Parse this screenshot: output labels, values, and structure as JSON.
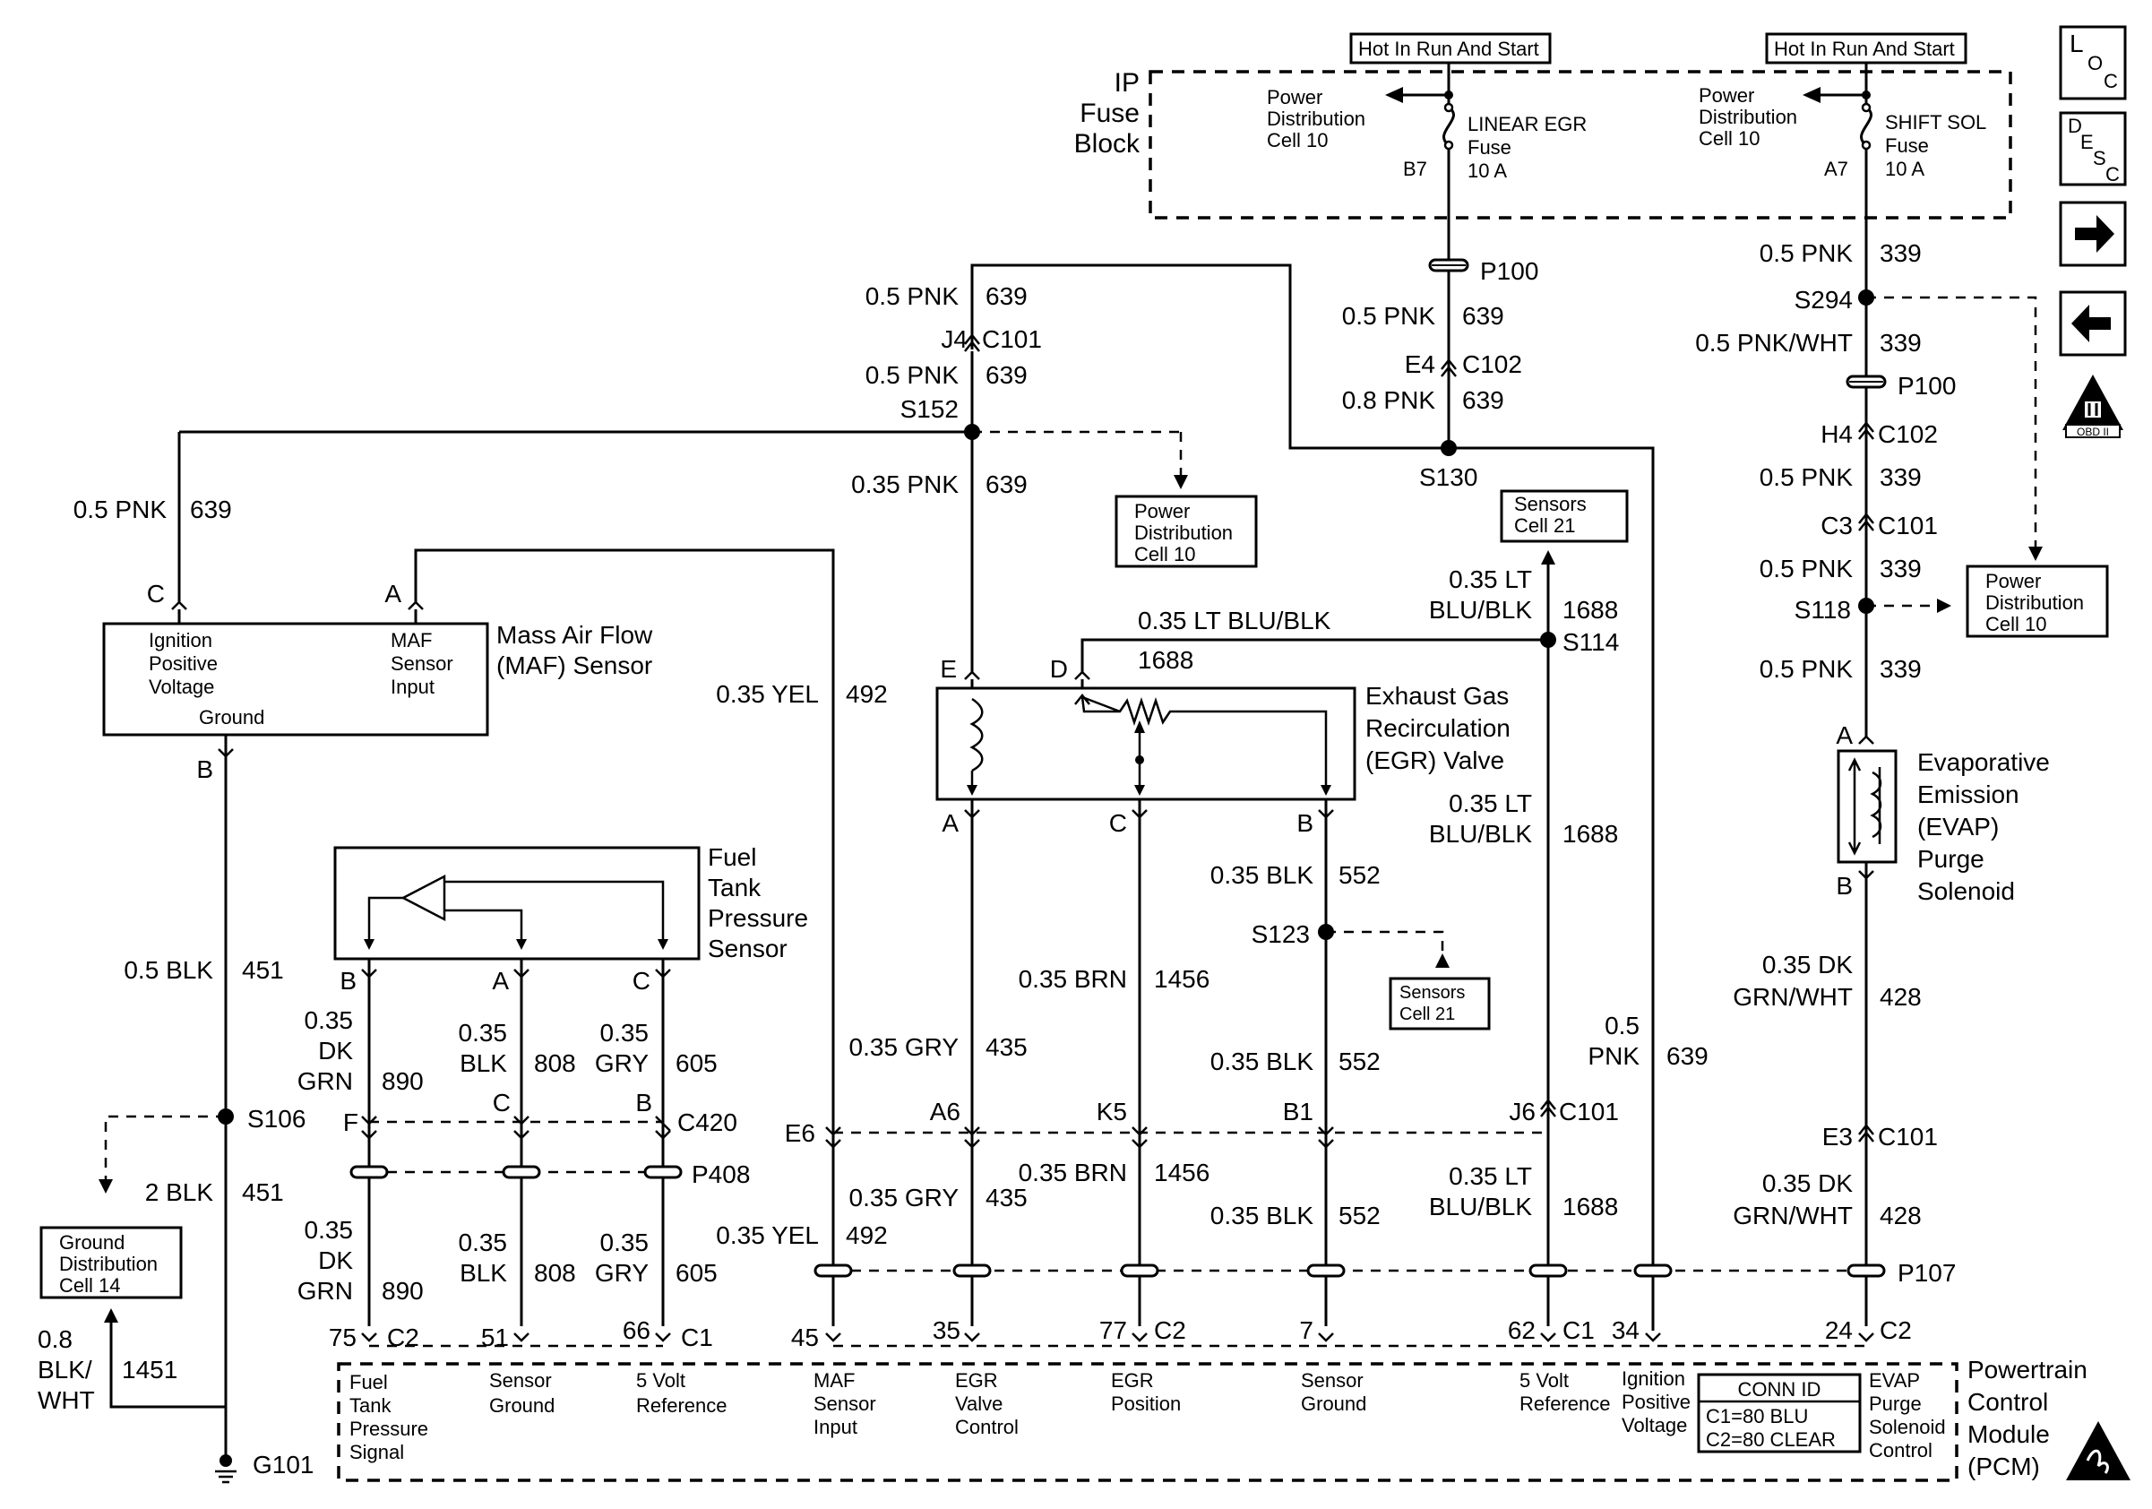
{
  "fuse_block": {
    "label": [
      "IP",
      "Fuse",
      "Block"
    ],
    "hot1": "Hot In Run And Start",
    "hot2": "Hot In Run And Start",
    "pd1": [
      "Power",
      "Distribution",
      "Cell 10"
    ],
    "pd2": [
      "Power",
      "Distribution",
      "Cell 10"
    ],
    "fuse1": [
      "LINEAR EGR",
      "Fuse",
      "10 A"
    ],
    "fuse2": [
      "SHIFT SOL",
      "Fuse",
      "10 A"
    ],
    "fuse1_pin": "B7",
    "fuse2_pin": "A7"
  },
  "side_icons": {
    "loc": [
      "L",
      "O",
      "C"
    ],
    "desc": [
      "D",
      "E",
      "S",
      "C"
    ],
    "next": "right-arrow-icon",
    "prev": "left-arrow-icon",
    "obd": "OBD II"
  },
  "labels": {
    "w639_a": [
      "0.5 PNK",
      "639"
    ],
    "c101_j4": [
      "J4",
      "C101"
    ],
    "w639_b": [
      "0.5 PNK",
      "639"
    ],
    "s152": "S152",
    "w639_c": [
      "0.35 PNK",
      "639"
    ],
    "pd_s152": [
      "Power",
      "Distribution",
      "Cell 10"
    ],
    "p100_1": "P100",
    "w639_d": [
      "0.5 PNK",
      "639"
    ],
    "c102_e4": [
      "E4",
      "C102"
    ],
    "w639_e": [
      "0.8 PNK",
      "639"
    ],
    "s130": "S130",
    "w639_left": [
      "0.5 PNK",
      "639"
    ],
    "w339_a": [
      "0.5 PNK",
      "339"
    ],
    "s294": "S294",
    "w339_b": [
      "0.5 PNK/WHT",
      "339"
    ],
    "p100_2": "P100",
    "c102_h4": [
      "H4",
      "C102"
    ],
    "w339_c": [
      "0.5 PNK",
      "339"
    ],
    "c101_c3": [
      "C3",
      "C101"
    ],
    "w339_d": [
      "0.5 PNK",
      "339"
    ],
    "s118": "S118",
    "w339_e": [
      "0.5 PNK",
      "339"
    ],
    "pd_right": [
      "Power",
      "Distribution",
      "Cell 10"
    ],
    "sensors_top": [
      "Sensors",
      "Cell 21"
    ],
    "w1688_a": [
      "0.35 LT",
      "BLU/BLK",
      "1688"
    ],
    "w1688_h": [
      "0.35 LT BLU/BLK",
      "1688"
    ],
    "s114": "S114",
    "w1688_b": [
      "0.35 LT",
      "BLU/BLK",
      "1688"
    ],
    "w1688_c": [
      "0.35 LT",
      "BLU/BLK",
      "1688"
    ],
    "maf": {
      "title": [
        "Mass Air Flow",
        "(MAF) Sensor"
      ],
      "pin_c": "C",
      "pin_a": "A",
      "pin_b": "B",
      "in1": [
        "Ignition",
        "Positive",
        "Voltage"
      ],
      "in2": [
        "MAF",
        "Sensor",
        "Input"
      ],
      "gnd": "Ground"
    },
    "w492_a": [
      "0.35 YEL",
      "492"
    ],
    "w492_b": [
      "0.35 YEL",
      "492"
    ],
    "egr": {
      "title": [
        "Exhaust Gas",
        "Recirculation",
        "(EGR) Valve"
      ],
      "pin_e": "E",
      "pin_d": "D",
      "pin_a": "A",
      "pin_c": "C",
      "pin_b": "B"
    },
    "w552_a": [
      "0.35 BLK",
      "552"
    ],
    "s123": "S123",
    "sensors_s123": [
      "Sensors",
      "Cell 21"
    ],
    "w552_b": [
      "0.35 BLK",
      "552"
    ],
    "w552_c": [
      "0.35 BLK",
      "552"
    ],
    "w1456_a": [
      "0.35 BRN",
      "1456"
    ],
    "w1456_b": [
      "0.35 BRN",
      "1456"
    ],
    "w435_a": [
      "0.35 GRY",
      "435"
    ],
    "w435_b": [
      "0.35 GRY",
      "435"
    ],
    "w639_pcm": [
      "0.5",
      "PNK",
      "639"
    ],
    "evap": {
      "title": [
        "Evaporative",
        "Emission",
        "(EVAP)",
        "Purge",
        "Solenoid"
      ],
      "pin_a": "A",
      "pin_b": "B"
    },
    "w428_a": [
      "0.35 DK",
      "GRN/WHT",
      "428"
    ],
    "w428_b": [
      "0.35 DK",
      "GRN/WHT",
      "428"
    ],
    "ftp": {
      "title": [
        "Fuel",
        "Tank",
        "Pressure",
        "Sensor"
      ],
      "pin_b": "B",
      "pin_a": "A",
      "pin_c": "C"
    },
    "w451_a": [
      "0.5 BLK",
      "451"
    ],
    "s106": "S106",
    "w451_b": [
      "2 BLK",
      "451"
    ],
    "gd": [
      "Ground",
      "Distribution",
      "Cell 14"
    ],
    "w1451": [
      "0.8",
      "BLK/",
      "WHT",
      "1451"
    ],
    "g101": "G101",
    "w890_a": [
      "0.35",
      "DK",
      "GRN",
      "890"
    ],
    "w808_a": [
      "0.35",
      "BLK",
      "808"
    ],
    "w605_a": [
      "0.35",
      "GRY",
      "605"
    ],
    "w890_b": [
      "0.35",
      "DK",
      "GRN",
      "890"
    ],
    "w808_b": [
      "0.35",
      "BLK",
      "808"
    ],
    "w605_b": [
      "0.35",
      "GRY",
      "605"
    ],
    "c420_f": "F",
    "c420_c": "C",
    "c420_b": "B",
    "c420": "C420",
    "p408": "P408",
    "c101_row": {
      "e6": "E6",
      "a6": "A6",
      "k5": "K5",
      "b1": "B1",
      "j6": "J6",
      "c101": "C101"
    },
    "c101_e3": [
      "E3",
      "C101"
    ],
    "p107": "P107"
  },
  "pcm": {
    "pins": [
      "75",
      "C2",
      "51",
      "66",
      "C1",
      "45",
      "35",
      "77",
      "C2",
      "7",
      "62",
      "C1",
      "34",
      "24",
      "C2"
    ],
    "fn": {
      "ftp": [
        "Fuel",
        "Tank",
        "Pressure",
        "Signal"
      ],
      "sg1": [
        "Sensor",
        "Ground"
      ],
      "ref1": [
        "5 Volt",
        "Reference"
      ],
      "maf": [
        "MAF",
        "Sensor",
        "Input"
      ],
      "egrc": [
        "EGR",
        "Valve",
        "Control"
      ],
      "egrp": [
        "EGR",
        "Position"
      ],
      "sg2": [
        "Sensor",
        "Ground"
      ],
      "ref2": [
        "5 Volt",
        "Reference"
      ],
      "ign": [
        "Ignition",
        "Positive",
        "Voltage"
      ],
      "evap": [
        "EVAP",
        "Purge",
        "Solenoid",
        "Control"
      ]
    },
    "conn_id": [
      "CONN ID",
      "C1=80 BLU",
      "C2=80 CLEAR"
    ],
    "title": [
      "Powertrain",
      "Control",
      "Module",
      "(PCM)"
    ]
  }
}
